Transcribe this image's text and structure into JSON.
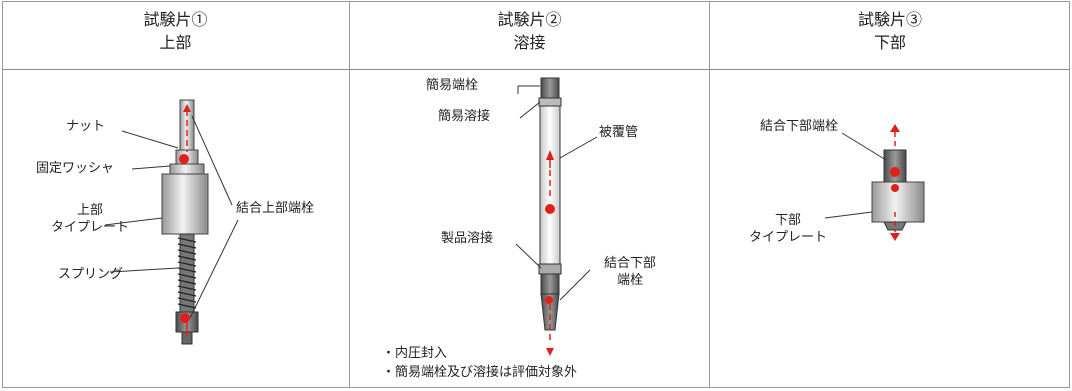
{
  "panels": [
    {
      "title": "試験片①",
      "subtitle": "上部"
    },
    {
      "title": "試験片②",
      "subtitle": "溶接"
    },
    {
      "title": "試験片③",
      "subtitle": "下部"
    }
  ],
  "panel1_labels": {
    "nut": "ナット",
    "washer": "固定ワッシャ",
    "upper_tieplate_1": "上部",
    "upper_tieplate_2": "タイプレート",
    "spring": "スプリング",
    "upper_end_plug": "結合上部端栓"
  },
  "panel2_labels": {
    "simple_end_plug": "簡易端栓",
    "simple_weld": "簡易溶接",
    "cladding": "被覆管",
    "product_weld": "製品溶接",
    "lower_end_plug_1": "結合下部",
    "lower_end_plug_2": "端栓"
  },
  "panel2_notes": [
    "・内圧封入",
    "・簡易端栓及び溶接は評価対象外"
  ],
  "panel3_labels": {
    "lower_end_plug": "結合下部端栓",
    "lower_tieplate_1": "下部",
    "lower_tieplate_2": "タイプレート"
  },
  "colors": {
    "marker": "#e0201a",
    "border": "#9a9a9a",
    "metal_light": "#e4e4e4",
    "metal_dark": "#6e6e6e"
  }
}
